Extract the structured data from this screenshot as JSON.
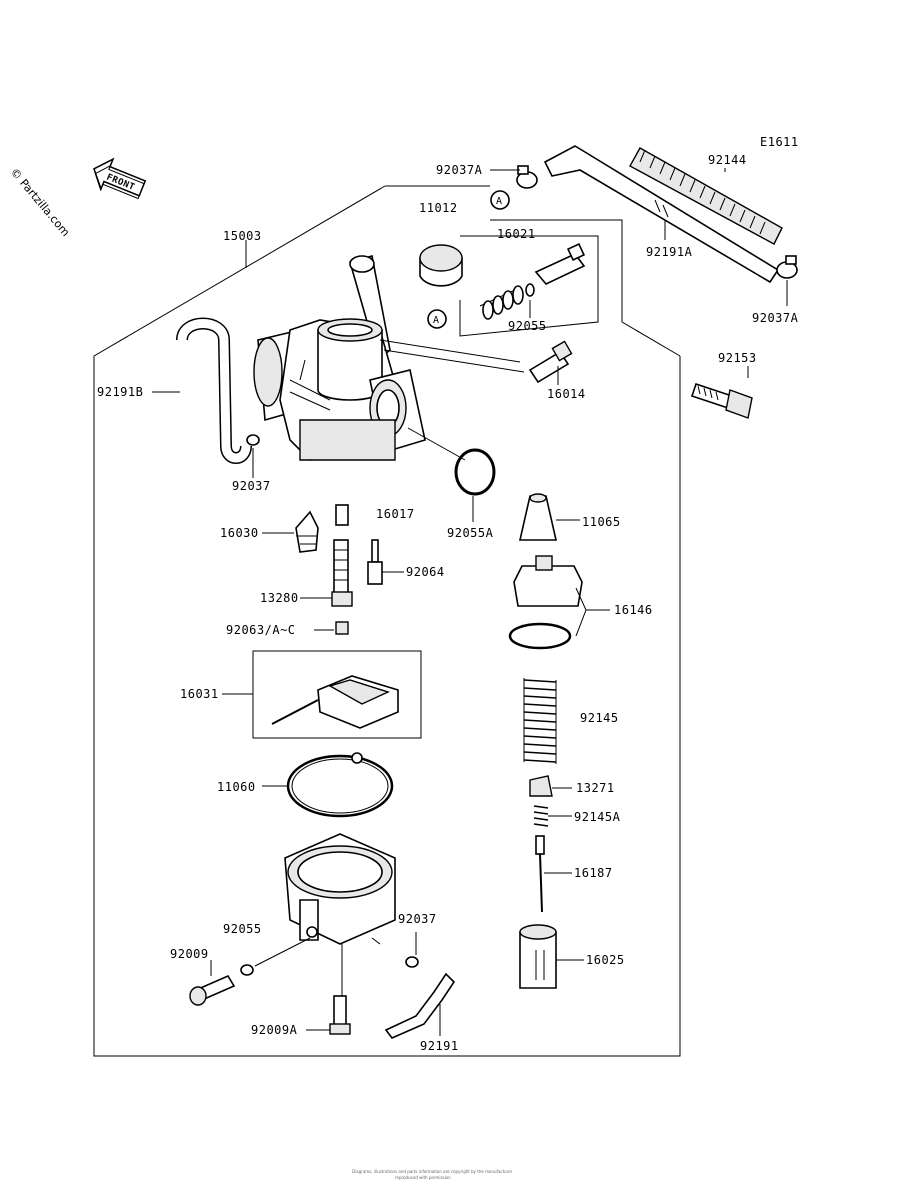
{
  "diagram": {
    "code": "E1611",
    "watermark": "© Partzilla.com",
    "front_label": "FRONT",
    "reference_mark": "A",
    "footer_line1": "Diagrams, illustrations and parts information are copyright by the manufacturer",
    "footer_line2": "reproduced with permission"
  },
  "part_labels": {
    "p92037A_top": "92037A",
    "p92144": "92144",
    "p11012": "11012",
    "p16021": "16021",
    "p15003": "15003",
    "p92191A": "92191A",
    "p92037A_right": "92037A",
    "p92055_top": "92055",
    "p92153": "92153",
    "p16014": "16014",
    "p92191B": "92191B",
    "p92037_left": "92037",
    "p92055A": "92055A",
    "p16017": "16017",
    "p16030": "16030",
    "p11065": "11065",
    "p92064": "92064",
    "p13280": "13280",
    "p16146": "16146",
    "p92063": "92063/A~C",
    "p16031": "16031",
    "p92145": "92145",
    "p11060": "11060",
    "p13271": "13271",
    "p92145A": "92145A",
    "p16187": "16187",
    "p92037_bottom": "92037",
    "p92055_bottom": "92055",
    "p92009": "92009",
    "p16025": "16025",
    "p92009A": "92009A",
    "p92191": "92191"
  }
}
